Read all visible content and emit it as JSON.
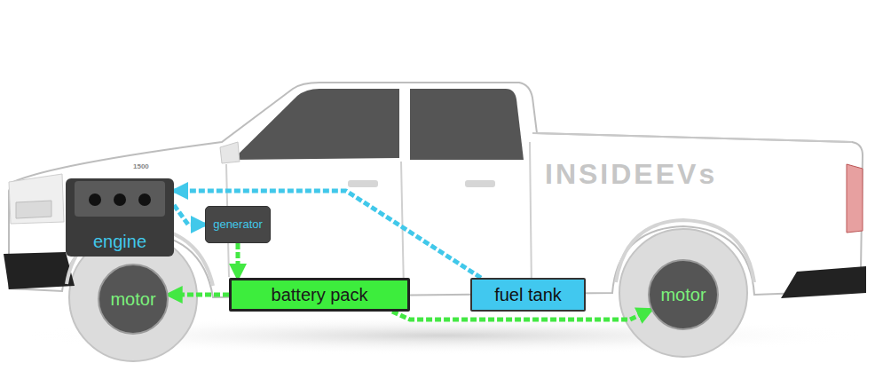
{
  "diagram": {
    "nodes": [
      {
        "text": [
          "engine"
        ]
      },
      {
        "text": [
          "generator"
        ]
      },
      {
        "text": [
          "motor"
        ]
      },
      {
        "text": [
          "battery pack"
        ]
      },
      {
        "text": [
          "fuel tank"
        ]
      },
      {
        "text": [
          "motor"
        ]
      }
    ],
    "edges": [
      {
        "from": 4,
        "to": 0,
        "arrow": "to"
      },
      {
        "from": 0,
        "to": 1,
        "arrow": "to"
      },
      {
        "from": 1,
        "to": 3,
        "arrow": "to"
      },
      {
        "from": 3,
        "to": 2,
        "arrow": "to"
      },
      {
        "from": 3,
        "to": 5,
        "arrow": "to"
      }
    ],
    "labels": [
      "INSIDEEVs",
      "1500"
    ]
  }
}
